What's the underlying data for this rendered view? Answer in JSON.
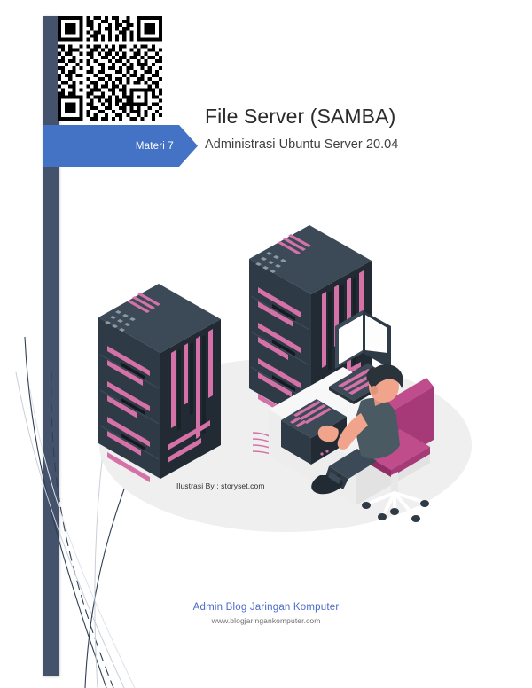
{
  "document": {
    "title": "File Server (SAMBA)",
    "subtitle": "Administrasi Ubuntu Server 20.04",
    "ribbon_label": "Materi 7",
    "illustration_credit": "Ilustrasi By : storyset.com"
  },
  "footer": {
    "author": "Admin Blog Jaringan Komputer",
    "url": "www.blogjaringankomputer.com"
  },
  "icons": {
    "qr_code": "qr-code-icon",
    "server_rack_large": "server-rack-icon",
    "server_rack_small": "server-rack-icon",
    "desktop_monitor": "monitor-icon",
    "keyboard": "keyboard-icon",
    "desktop_tower": "computer-tower-icon",
    "office_chair": "office-chair-icon",
    "person": "person-icon"
  },
  "colors": {
    "accent_blue": "#4472c4",
    "slate_bar": "#44536b",
    "link_blue": "#4a6bc8",
    "server_dark": "#2e3a45",
    "server_dark_light": "#3b4a56",
    "server_dark_shade": "#222b33",
    "led_pink": "#d472a8",
    "chair_magenta": "#a63a78",
    "chair_magenta_light": "#bf4d8c",
    "skin": "#f0a48c",
    "shirt": "#4a5a63",
    "hair": "#2b333a",
    "ellipse_gray": "#efefef",
    "desk_white": "#f7f7f7",
    "page_background": "#ffffff"
  }
}
